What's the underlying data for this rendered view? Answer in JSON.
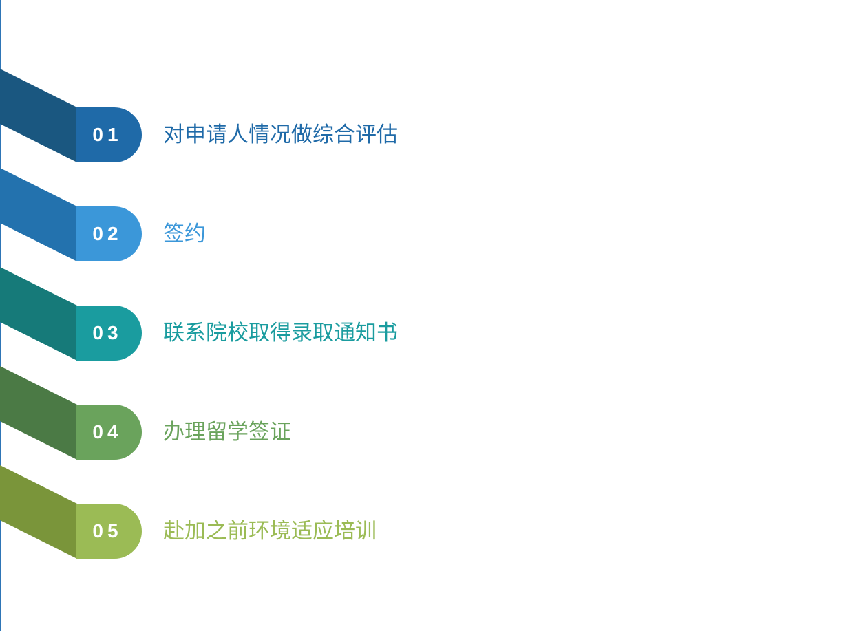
{
  "steps": [
    {
      "number": "01",
      "label": "对申请人情况做综合评估",
      "ribbon_color": "#1a5780",
      "tab_color": "#1f6aa8",
      "text_color": "#1f6aa8"
    },
    {
      "number": "02",
      "label": "签约",
      "ribbon_color": "#2372ae",
      "tab_color": "#3b97d9",
      "text_color": "#3b97d9"
    },
    {
      "number": "03",
      "label": "联系院校取得录取通知书",
      "ribbon_color": "#167a79",
      "tab_color": "#1a9c9f",
      "text_color": "#1a9c9f"
    },
    {
      "number": "04",
      "label": "办理留学签证",
      "ribbon_color": "#4b7a45",
      "tab_color": "#6aa35c",
      "text_color": "#6aa35c"
    },
    {
      "number": "05",
      "label": "赴加之前环境适应培训",
      "ribbon_color": "#7a953a",
      "tab_color": "#9bbb55",
      "text_color": "#9bbb55"
    }
  ]
}
